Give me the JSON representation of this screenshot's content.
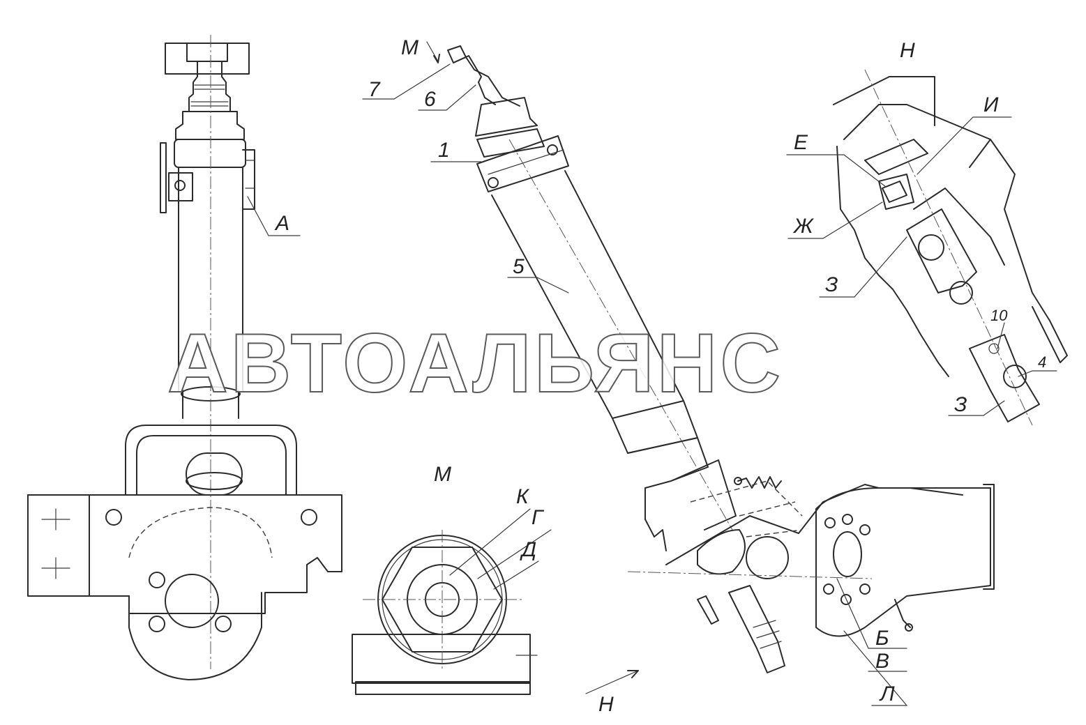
{
  "watermark": "АВТОАЛЬЯНС",
  "view_titles": {
    "view_m_arrow": "М",
    "view_h_top": "Н",
    "view_m_bottom": "М",
    "view_h_arrow": "Н"
  },
  "part_labels": {
    "label_7": "7",
    "label_6": "6",
    "label_1": "1",
    "label_5": "5",
    "label_a_left": "А",
    "label_e": "Е",
    "label_i": "И",
    "label_zh": "Ж",
    "label_z_upper": "З",
    "label_10": "10",
    "label_4": "4",
    "label_z_lower": "З",
    "label_k": "К",
    "label_g": "Г",
    "label_d": "Д",
    "label_b": "Б",
    "label_v": "В",
    "label_l": "Л"
  }
}
